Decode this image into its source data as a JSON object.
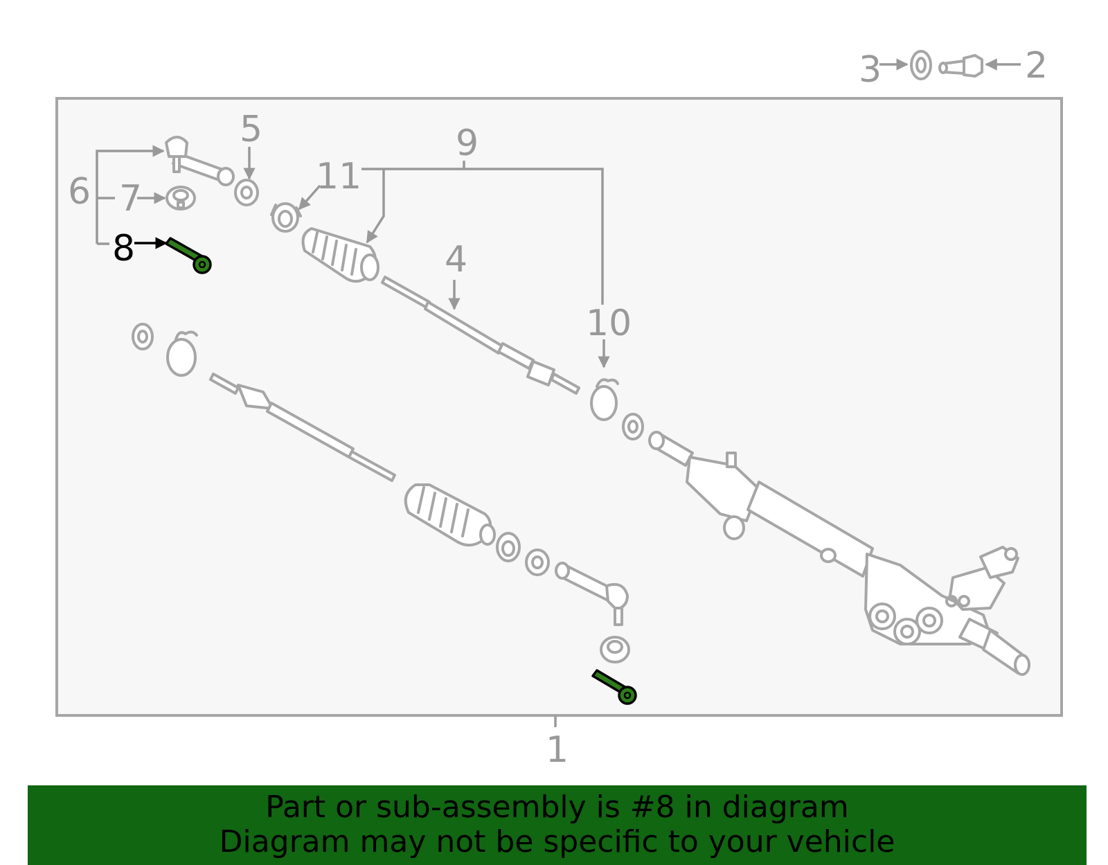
{
  "diagram": {
    "callouts": {
      "c1": "1",
      "c2": "2",
      "c3": "3",
      "c4": "4",
      "c5": "5",
      "c6": "6",
      "c7": "7",
      "c8": "8",
      "c9": "9",
      "c10": "10",
      "c11": "11"
    },
    "highlighted_part": "8",
    "colors": {
      "highlight": "#2e7d1a",
      "banner": "#116611",
      "line": "#a6a6a6",
      "panel": "#f7f7f7"
    }
  },
  "banner": {
    "line1": "Part or sub-assembly is #8 in diagram",
    "line2": "Diagram may not be specific to your vehicle"
  }
}
